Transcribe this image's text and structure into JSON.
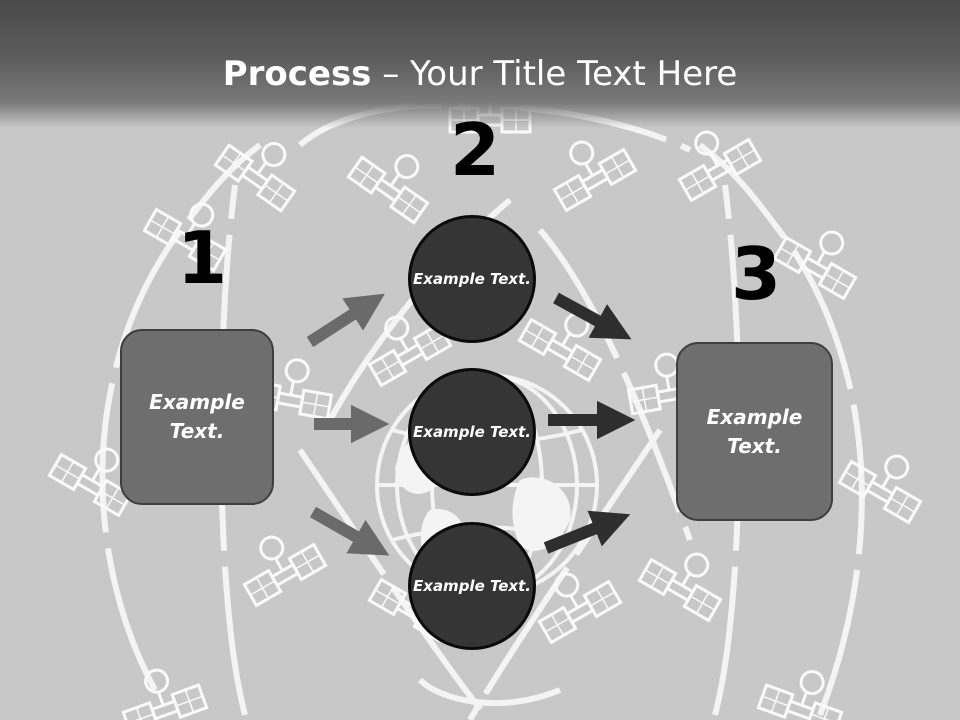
{
  "title": {
    "bold": "Process",
    "rest": " – Your Title Text Here"
  },
  "numbers": [
    "1",
    "2",
    "3"
  ],
  "boxes": {
    "left": "Example Text.",
    "right": "Example Text."
  },
  "circles": [
    "Example Text.",
    "Example Text.",
    "Example Text."
  ],
  "icons": {
    "background": [
      "satellite-icon",
      "globe-icon"
    ]
  },
  "colors": {
    "background": "#c8c8c8",
    "header": "#4a4a4a",
    "box": "#6e6e6e",
    "circle": "#353535",
    "arrow_in": "#6a6a6a",
    "arrow_out": "#2e2e2e"
  }
}
